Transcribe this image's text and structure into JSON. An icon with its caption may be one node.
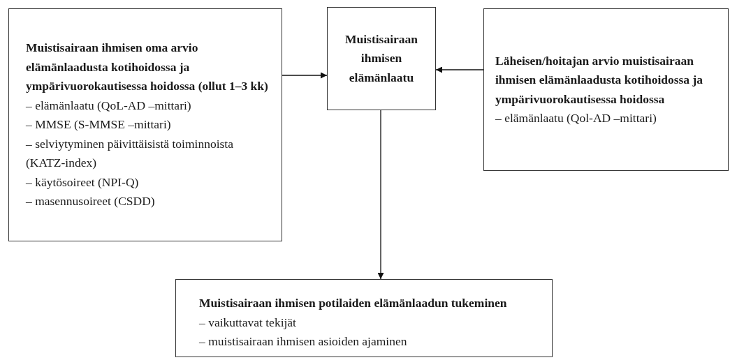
{
  "diagram": {
    "nodes": [
      {
        "text": [
          "Muistisairaan ihmisen oma arvio elämänlaadusta kotihoidossa ja ympärivuorokautisessa hoidossa (ollut 1–3 kk)",
          "– elämänlaatu (QoL-AD –mittari)",
          "– MMSE (S-MMSE –mittari)",
          "– selviytyminen päivittäisistä toiminnoista (KATZ-index)",
          "– käytösoireet (NPI-Q)",
          "– masennusoireet (CSDD)"
        ]
      },
      {
        "text": [
          "Muistisairaan ihmisen elämänlaatu"
        ]
      },
      {
        "text": [
          "Läheisen/hoitajan arvio muistisairaan ihmisen elämänlaadusta kotihoidossa ja ympärivuorokautisessa hoidossa",
          "– elämänlaatu (Qol-AD –mittari)"
        ]
      },
      {
        "text": [
          "Muistisairaan ihmisen potilaiden elämänlaadun tukeminen",
          "– vaikuttavat tekijät",
          "– muistisairaan ihmisen asioiden ajaminen"
        ]
      }
    ],
    "edges": [
      {
        "from": 0,
        "to": 1,
        "arrow": "to"
      },
      {
        "from": 2,
        "to": 1,
        "arrow": "to"
      },
      {
        "from": 1,
        "to": 3,
        "arrow": "to"
      }
    ]
  }
}
